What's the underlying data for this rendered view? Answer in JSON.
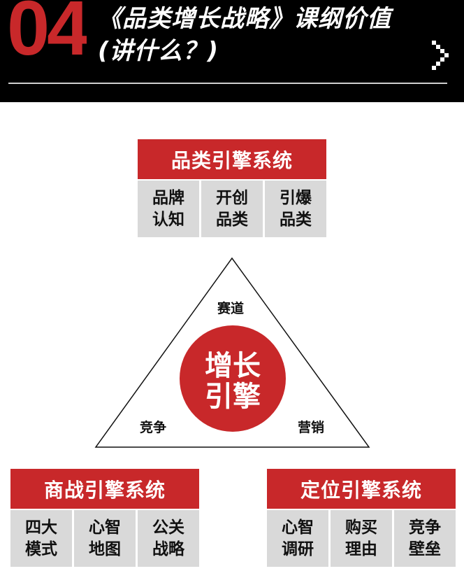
{
  "header": {
    "section_number": "04",
    "title_line1": "《品类增长战略》课纲价值",
    "title_line2": "(讲什么？)",
    "next_icon": "pixel-chevron-right-icon"
  },
  "colors": {
    "accent_red": "#c8282a",
    "header_bg": "#000000",
    "cell_gray": "#d9d9d9"
  },
  "top_system": {
    "title": "品类引擎系统",
    "cells": [
      "品牌认知",
      "开创品类",
      "引爆品类"
    ]
  },
  "center": {
    "label": "增长引擎",
    "corners": {
      "top": "赛道",
      "left": "竞争",
      "right": "营销"
    }
  },
  "left_system": {
    "title": "商战引擎系统",
    "cells": [
      "四大模式",
      "心智地图",
      "公关战略"
    ]
  },
  "right_system": {
    "title": "定位引擎系统",
    "cells": [
      "心智调研",
      "购买理由",
      "竞争壁垒"
    ]
  }
}
